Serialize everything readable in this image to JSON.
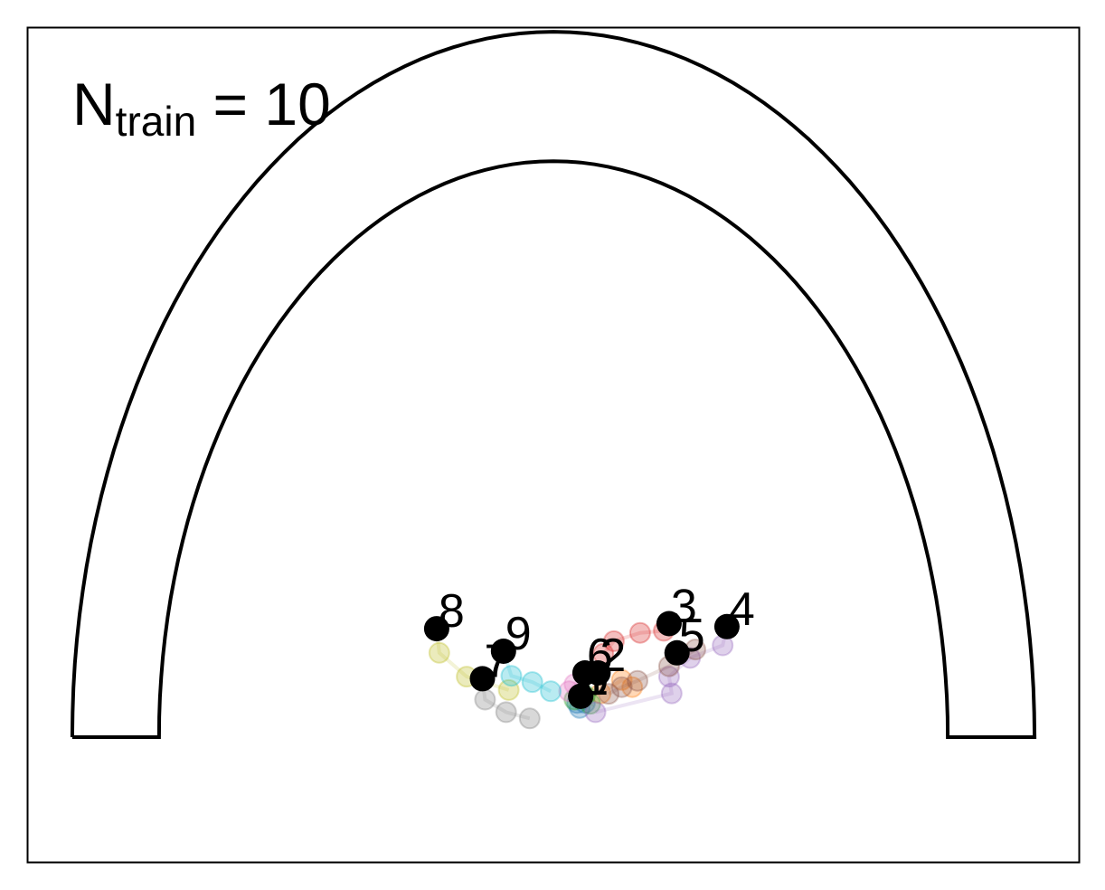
{
  "chart_data": {
    "type": "scatter",
    "title_main": "N",
    "title_sub": "train",
    "title_rest": " = 10",
    "xlim": [
      -1.0,
      1.0
    ],
    "ylim": [
      -1.0,
      1.0
    ],
    "grid": false,
    "track": {
      "outer_radius_x": 0.915,
      "outer_radius_y": 1.69,
      "inner_radius_x": 0.75,
      "inner_radius_y": 1.38,
      "base_y": -0.7,
      "color": "#000000"
    },
    "colors": [
      "#1f77b4",
      "#ff7f0e",
      "#2ca02c",
      "#d62728",
      "#9467bd",
      "#8c564b",
      "#e377c2",
      "#7f7f7f",
      "#bcbd22",
      "#17becf"
    ],
    "series": [
      {
        "label": "0",
        "final": [
          0.052,
          -0.602
        ],
        "trail": [
          [
            0.052,
            -0.602
          ],
          [
            0.06,
            -0.618
          ],
          [
            0.05,
            -0.63
          ],
          [
            0.045,
            -0.618
          ]
        ]
      },
      {
        "label": "1",
        "final": [
          0.052,
          -0.602
        ],
        "trail": [
          [
            0.052,
            -0.602
          ],
          [
            0.09,
            -0.595
          ],
          [
            0.13,
            -0.563
          ],
          [
            0.15,
            -0.58
          ]
        ]
      },
      {
        "label": "2",
        "final": [
          0.085,
          -0.546
        ],
        "trail": [
          [
            0.085,
            -0.546
          ],
          [
            0.04,
            -0.61
          ],
          [
            0.07,
            -0.62
          ],
          [
            0.06,
            -0.6
          ]
        ]
      },
      {
        "label": "3",
        "final": [
          0.22,
          -0.428
        ],
        "trail": [
          [
            0.22,
            -0.428
          ],
          [
            0.21,
            -0.445
          ],
          [
            0.165,
            -0.45
          ],
          [
            0.115,
            -0.47
          ],
          [
            0.095,
            -0.5
          ]
        ]
      },
      {
        "label": "4",
        "final": [
          0.33,
          -0.435
        ],
        "trail": [
          [
            0.33,
            -0.435
          ],
          [
            0.322,
            -0.48
          ],
          [
            0.26,
            -0.51
          ],
          [
            0.22,
            -0.555
          ],
          [
            0.225,
            -0.595
          ],
          [
            0.08,
            -0.64
          ]
        ]
      },
      {
        "label": "5",
        "final": [
          0.235,
          -0.498
        ],
        "trail": [
          [
            0.235,
            -0.498
          ],
          [
            0.27,
            -0.49
          ],
          [
            0.22,
            -0.53
          ],
          [
            0.16,
            -0.565
          ],
          [
            0.13,
            -0.58
          ],
          [
            0.105,
            -0.596
          ]
        ]
      },
      {
        "label": "6",
        "final": [
          0.06,
          -0.546
        ],
        "trail": [
          [
            0.06,
            -0.546
          ],
          [
            0.04,
            -0.573
          ],
          [
            0.03,
            -0.59
          ],
          [
            0.05,
            -0.6
          ]
        ]
      },
      {
        "label": "7",
        "final": [
          -0.135,
          -0.56
        ],
        "trail": [
          [
            -0.135,
            -0.56
          ],
          [
            -0.13,
            -0.61
          ],
          [
            -0.09,
            -0.64
          ],
          [
            -0.045,
            -0.655
          ]
        ]
      },
      {
        "label": "8",
        "final": [
          -0.222,
          -0.44
        ],
        "trail": [
          [
            -0.222,
            -0.44
          ],
          [
            -0.217,
            -0.498
          ],
          [
            -0.165,
            -0.555
          ],
          [
            -0.085,
            -0.587
          ]
        ]
      },
      {
        "label": "9",
        "final": [
          -0.095,
          -0.494
        ],
        "trail": [
          [
            -0.095,
            -0.494
          ],
          [
            -0.08,
            -0.553
          ],
          [
            -0.04,
            -0.568
          ],
          [
            -0.005,
            -0.59
          ]
        ]
      }
    ]
  }
}
